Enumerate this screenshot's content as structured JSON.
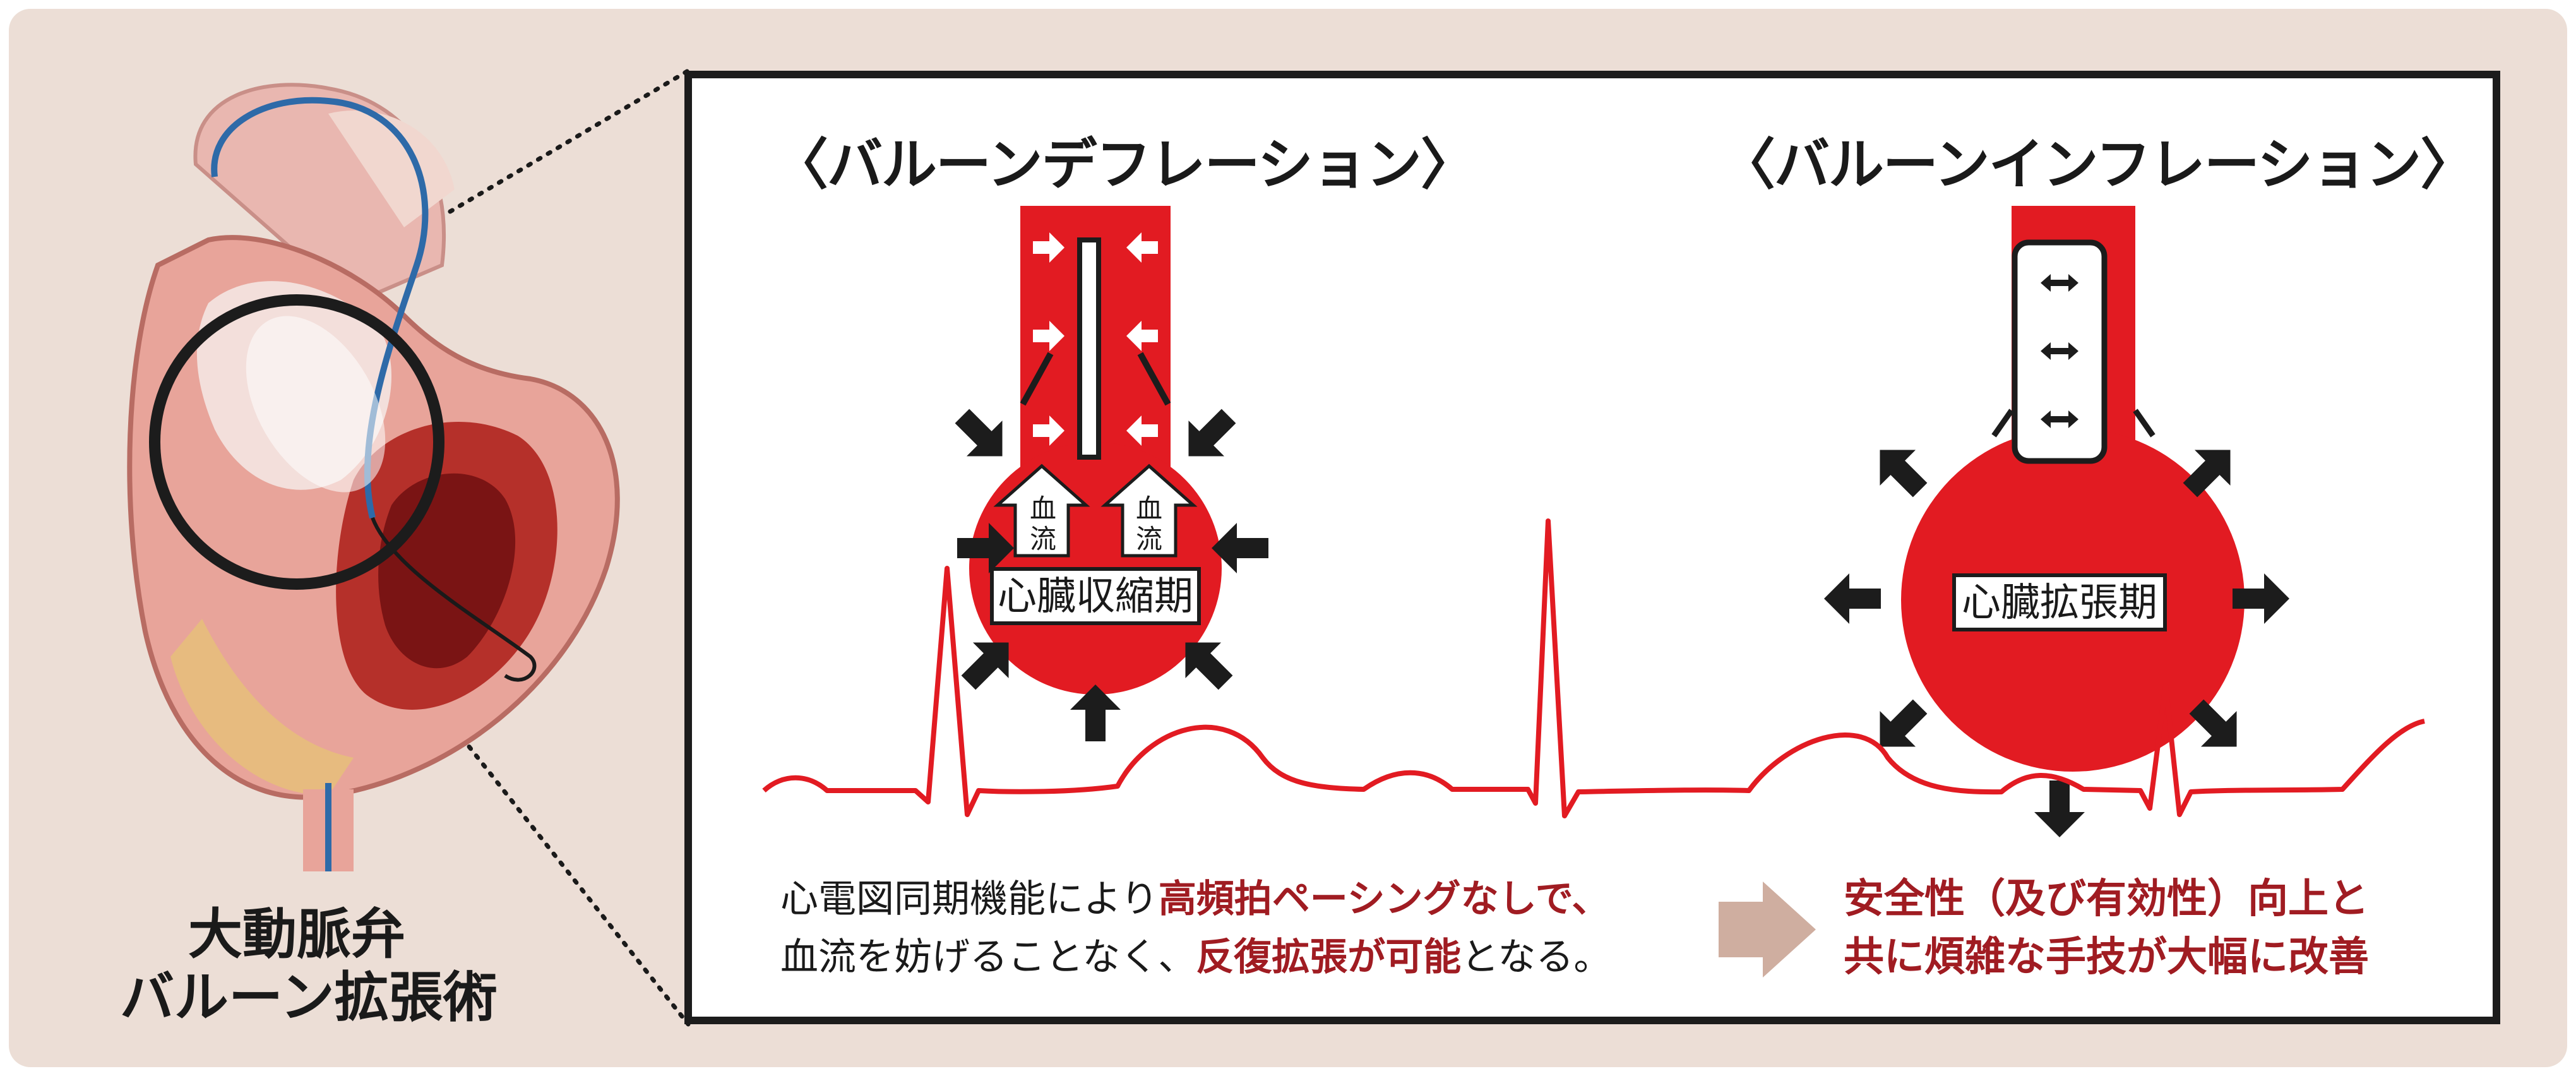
{
  "colors": {
    "background": "#ecded6",
    "blood_red": "#e21b22",
    "accent_text": "#a01c22",
    "result_arrow": "#cfaea0",
    "dark": "#1c1c1c"
  },
  "heart_illustration": {
    "caption_line1": "大動脈弁",
    "caption_line2": "バルーン拡張術"
  },
  "deflation": {
    "title": "〈バルーンデフレーション〉",
    "phase_label": "心臓収縮期",
    "flow_label_left": "血流",
    "flow_label_right": "血流"
  },
  "inflation": {
    "title": "〈バルーンインフレーション〉",
    "phase_label": "心臓拡張期"
  },
  "description": {
    "line1_a": "心電図同期機能により",
    "line1_b": "高頻拍ペーシングなしで、",
    "line2_a": "血流を妨げることなく、",
    "line2_b": "反復拡張が可能",
    "line2_c": "となる。"
  },
  "result": {
    "line1": "安全性（及び有効性）向上と",
    "line2": "共に煩雑な手技が大幅に改善"
  }
}
